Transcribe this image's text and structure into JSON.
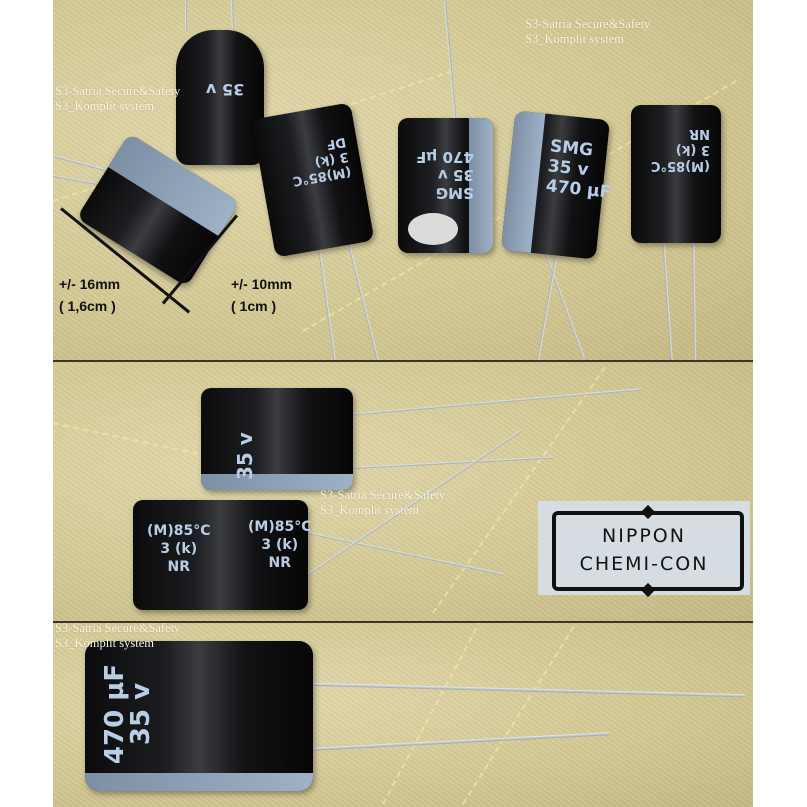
{
  "image": {
    "description": "Product photo collage of radial electrolytic capacitors on beige fabric",
    "panels": 3
  },
  "watermark": {
    "line1": "S3-Satria Secure&Safety",
    "line2": "S3_Komplit system"
  },
  "dimensions": {
    "length_label": "+/- 16mm",
    "length_sub": "( 1,6cm )",
    "diameter_label": "+/- 10mm",
    "diameter_sub": "( 1cm )"
  },
  "capacitor_markings": {
    "series": "SMG",
    "voltage": "35 v",
    "capacitance": "470 µF",
    "alt_series_temp": "(M)85°C",
    "alt_code": "3 (k)",
    "alt_series": "NR",
    "alt_series_2": "DF"
  },
  "logo": {
    "line1": "NIPPON",
    "line2": "CHEMI-CON"
  },
  "colors": {
    "fabric": "#d8cd9c",
    "capacitor_body": "#111214",
    "sleeve_gray_blue": "#8fa2b8",
    "marking_text": "#b8cde6",
    "divider": "#3a3528",
    "logo_bg": "#d6dde2"
  }
}
